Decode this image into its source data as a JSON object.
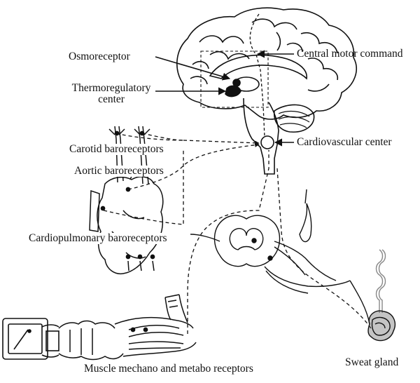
{
  "labels": {
    "osmoreceptor": "Osmoreceptor",
    "thermo_line1": "Thermoregulatory",
    "thermo_line2": "center",
    "central_motor_command": "Central motor command",
    "cardiovascular_center": "Cardiovascular center",
    "carotid_baroreceptors": "Carotid baroreceptors",
    "aortic_baroreceptors": "Aortic baroreceptors",
    "cardiopulmonary_baroreceptors": "Cardiopulmonary baroreceptors",
    "muscle_receptors": "Muscle mechano and metabo receptors",
    "sweat_gland": "Sweat gland"
  },
  "colors": {
    "ink": "#111111",
    "background": "#ffffff"
  }
}
